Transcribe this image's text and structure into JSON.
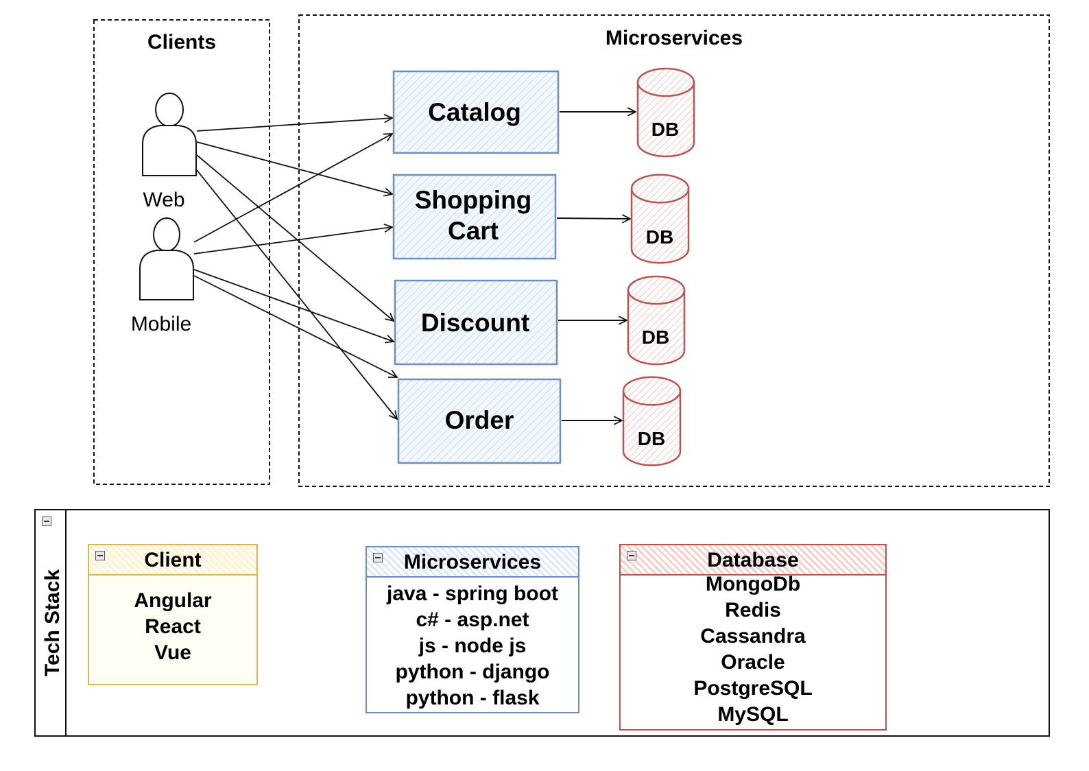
{
  "groups": {
    "clients": "Clients",
    "microservices": "Microservices"
  },
  "actors": [
    {
      "label": "Web"
    },
    {
      "label": "Mobile"
    }
  ],
  "services": [
    {
      "label_lines": [
        "Catalog"
      ]
    },
    {
      "label_lines": [
        "Shopping",
        "Cart"
      ]
    },
    {
      "label_lines": [
        "Discount"
      ]
    },
    {
      "label_lines": [
        "Order"
      ]
    }
  ],
  "databases": [
    "DB",
    "DB",
    "DB",
    "DB"
  ],
  "tech_stack": {
    "title": "Tech Stack",
    "client": {
      "title": "Client",
      "items": [
        "Angular",
        "React",
        "Vue"
      ]
    },
    "microservices": {
      "title": "Microservices",
      "items": [
        "java - spring boot",
        "c# - asp.net",
        "js - node js",
        "python - django",
        "python - flask"
      ]
    },
    "database": {
      "title": "Database",
      "items": [
        "MongoDb",
        "Redis",
        "Cassandra",
        "Oracle",
        "PostgreSQL",
        "MySQL"
      ]
    }
  },
  "colors": {
    "service_stroke": "#6c8ebf",
    "service_fill": "#dae8fc",
    "db_stroke": "#b85450",
    "db_fill": "#f8cecc",
    "client_stroke": "#d6b656",
    "client_fill": "#fff2cc"
  },
  "icons": {
    "actor": "person-icon",
    "database": "cylinder-icon",
    "collapse": "minus-box-icon"
  }
}
